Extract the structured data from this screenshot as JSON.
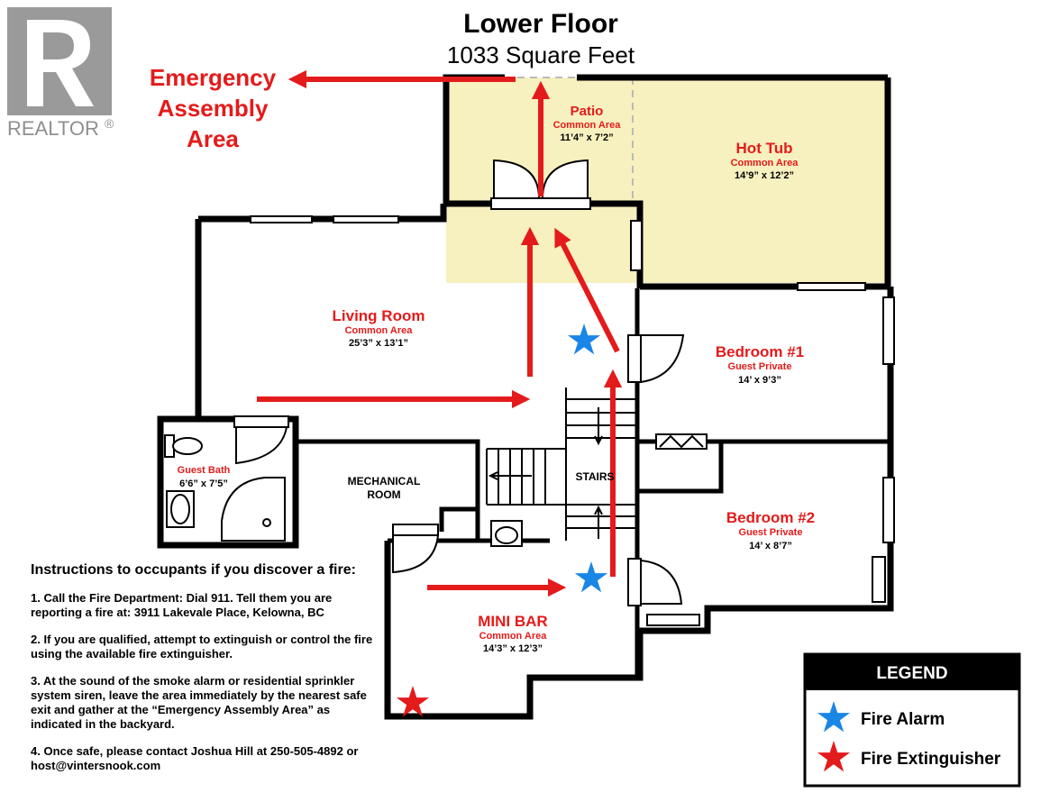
{
  "header": {
    "title": "Lower Floor",
    "subtitle": "1033 Square Feet"
  },
  "logo": {
    "text": "REALTOR",
    "mark": "®"
  },
  "assembly_area": {
    "line1": "Emergency",
    "line2": "Assembly",
    "line3": "Area"
  },
  "rooms": {
    "patio": {
      "name": "Patio",
      "type": "Common Area",
      "size": "11’4” x 7’2”"
    },
    "hot_tub": {
      "name": "Hot Tub",
      "type": "Common Area",
      "size": "14’9” x 12’2”"
    },
    "living": {
      "name": "Living Room",
      "type": "Common Area",
      "size": "25’3” x 13’1”"
    },
    "bedroom1": {
      "name": "Bedroom #1",
      "type": "Guest Private",
      "size": "14’ x 9’3”"
    },
    "bedroom2": {
      "name": "Bedroom #2",
      "type": "Guest Private",
      "size": "14’ x 8’7”"
    },
    "guest_bath": {
      "name": "Guest Bath",
      "size": "6’6” x 7’5”"
    },
    "mechanical": {
      "line1": "MECHANICAL",
      "line2": "ROOM"
    },
    "stairs": {
      "name": "STAIRS"
    },
    "mini_bar": {
      "name": "MINI BAR",
      "type": "Common Area",
      "size": "14’3” x 12’3”"
    }
  },
  "instructions": {
    "heading": "Instructions to occupants if you discover a fire:",
    "items": [
      "1. Call the Fire Department: Dial 911. Tell them you are\nreporting a fire at: 3911 Lakevale Place, Kelowna, BC",
      "2. If you are qualified, attempt to extinguish or control the fire\nusing the available fire extinguisher.",
      "3. At the sound of the smoke alarm or residential sprinkler\nsystem siren, leave the area immediately by the nearest safe\nexit and gather at the “Emergency Assembly Area” as\nindicated in the backyard.",
      "4. Once safe, please contact Joshua Hill at 250-505-4892 or\nhost@vintersnook.com"
    ]
  },
  "legend": {
    "title": "LEGEND",
    "items": [
      {
        "label": "Fire Alarm",
        "icon": "blue-star-icon",
        "color": "#1a86e6"
      },
      {
        "label": "Fire Extinguisher",
        "icon": "red-star-icon",
        "color": "#e41b1b"
      }
    ]
  },
  "colors": {
    "route_red": "#e41b1b",
    "alarm_blue": "#1a86e6",
    "outdoor_fill": "#f7f0bf",
    "wall": "#000000"
  }
}
